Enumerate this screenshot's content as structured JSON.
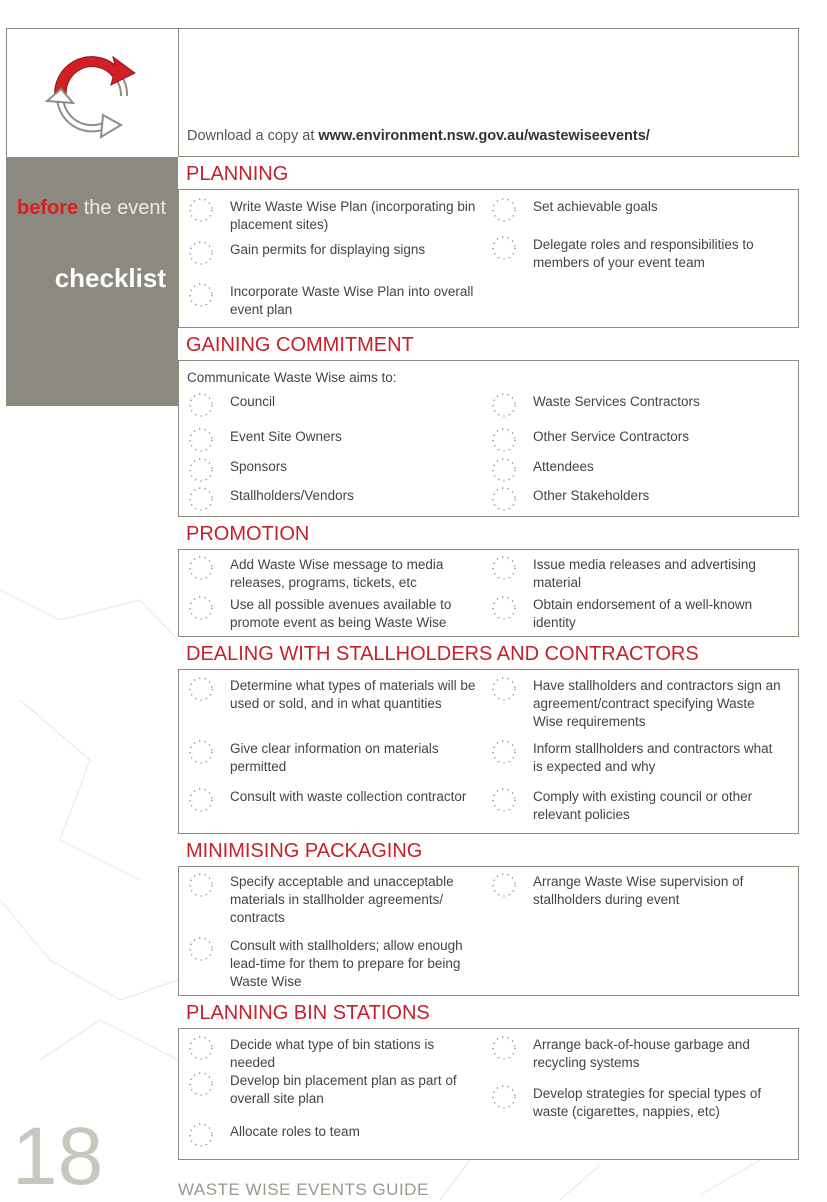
{
  "download": {
    "prefix": "Download a copy at ",
    "url": "www.environment.nsw.gov.au/wastewiseevents/"
  },
  "side": {
    "before": "before",
    "the_event": " the event",
    "checklist": "checklist"
  },
  "colors": {
    "accent": "#c8202a",
    "side_panel": "#8c8a7e",
    "rule": "#8e8a80"
  },
  "sections": {
    "planning": {
      "title": "PLANNING",
      "items": [
        "Write Waste Wise Plan (incorporating bin placement sites)",
        "Gain permits for displaying signs",
        "Incorporate Waste Wise Plan into overall event plan",
        "Set achievable goals",
        "Delegate roles and responsibilities to members of your event team"
      ]
    },
    "commitment": {
      "title": "GAINING COMMITMENT",
      "intro": "Communicate Waste Wise aims to:",
      "items": [
        "Council",
        "Event Site Owners",
        "Sponsors",
        "Stallholders/Vendors",
        "Waste Services Contractors",
        "Other Service Contractors",
        "Attendees",
        "Other Stakeholders"
      ]
    },
    "promotion": {
      "title": "PROMOTION",
      "items": [
        "Add Waste Wise message to media releases, programs, tickets, etc",
        "Use all possible avenues available to promote event as being Waste Wise",
        "Issue media releases and advertising material",
        "Obtain endorsement of a well-known identity"
      ]
    },
    "stallholders": {
      "title": "DEALING WITH STALLHOLDERS AND CONTRACTORS",
      "items": [
        "Determine what types of materials will be used or sold, and in what quantities",
        "Give clear information on materials permitted",
        "Consult with waste collection contractor",
        "Have stallholders and contractors sign an agreement/contract specifying Waste Wise requirements",
        "Inform stallholders and contractors what is expected and why",
        "Comply with existing council or other relevant policies"
      ]
    },
    "packaging": {
      "title": "MINIMISING PACKAGING",
      "items": [
        "Specify acceptable and unacceptable materials in stallholder agreements/ contracts",
        "Consult with stallholders; allow enough lead-time for them to prepare for being Waste Wise",
        "Arrange Waste Wise supervision of stallholders during event"
      ]
    },
    "bins": {
      "title": "PLANNING BIN STATIONS",
      "items": [
        "Decide what type of bin stations is needed",
        "Develop bin placement plan as part of overall site plan",
        "Allocate roles to team",
        "Arrange back-of-house garbage and recycling systems",
        "Develop strategies for special types of waste (cigarettes, nappies, etc)"
      ]
    }
  },
  "page_number": "18",
  "footer": "WASTE WISE EVENTS GUIDE"
}
